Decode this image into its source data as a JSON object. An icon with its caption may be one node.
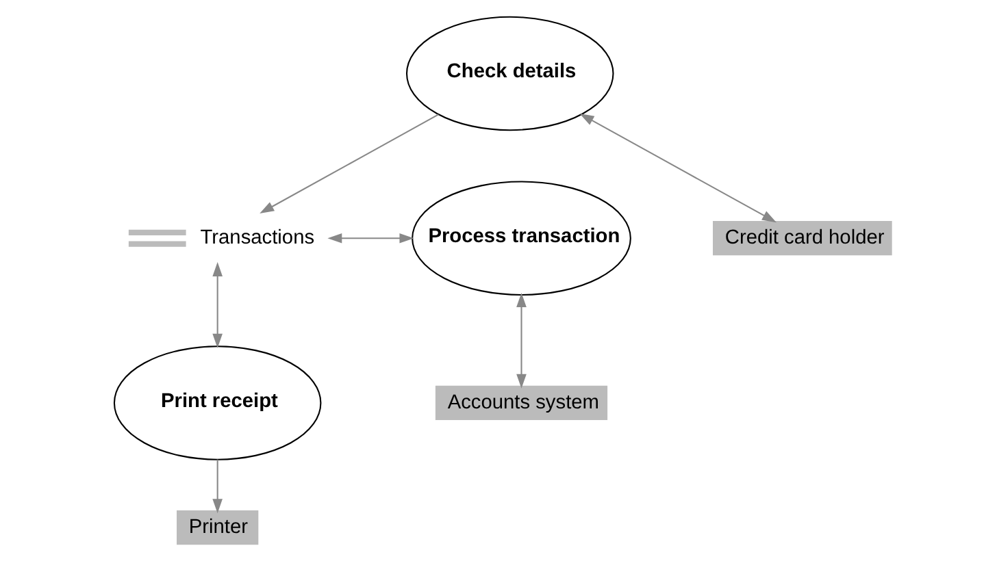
{
  "diagram": {
    "nodes": [
      {
        "text": [
          "Credit card holder"
        ]
      },
      {
        "text": [
          "Check details"
        ]
      },
      {
        "text": [
          "Transactions"
        ]
      },
      {
        "text": [
          "Process transaction"
        ]
      },
      {
        "text": [
          "Print receipt"
        ]
      },
      {
        "text": [
          "Accounts system"
        ]
      },
      {
        "text": [
          "Printer"
        ]
      }
    ],
    "edges": [
      {
        "from": 1,
        "to": 0,
        "arrow": "both"
      },
      {
        "from": 1,
        "to": 2,
        "arrow": "to"
      },
      {
        "from": 3,
        "to": 2,
        "arrow": "both"
      },
      {
        "from": 2,
        "to": 4,
        "arrow": "both"
      },
      {
        "from": 3,
        "to": 5,
        "arrow": "both"
      },
      {
        "from": 4,
        "to": 6,
        "arrow": "to"
      }
    ]
  }
}
